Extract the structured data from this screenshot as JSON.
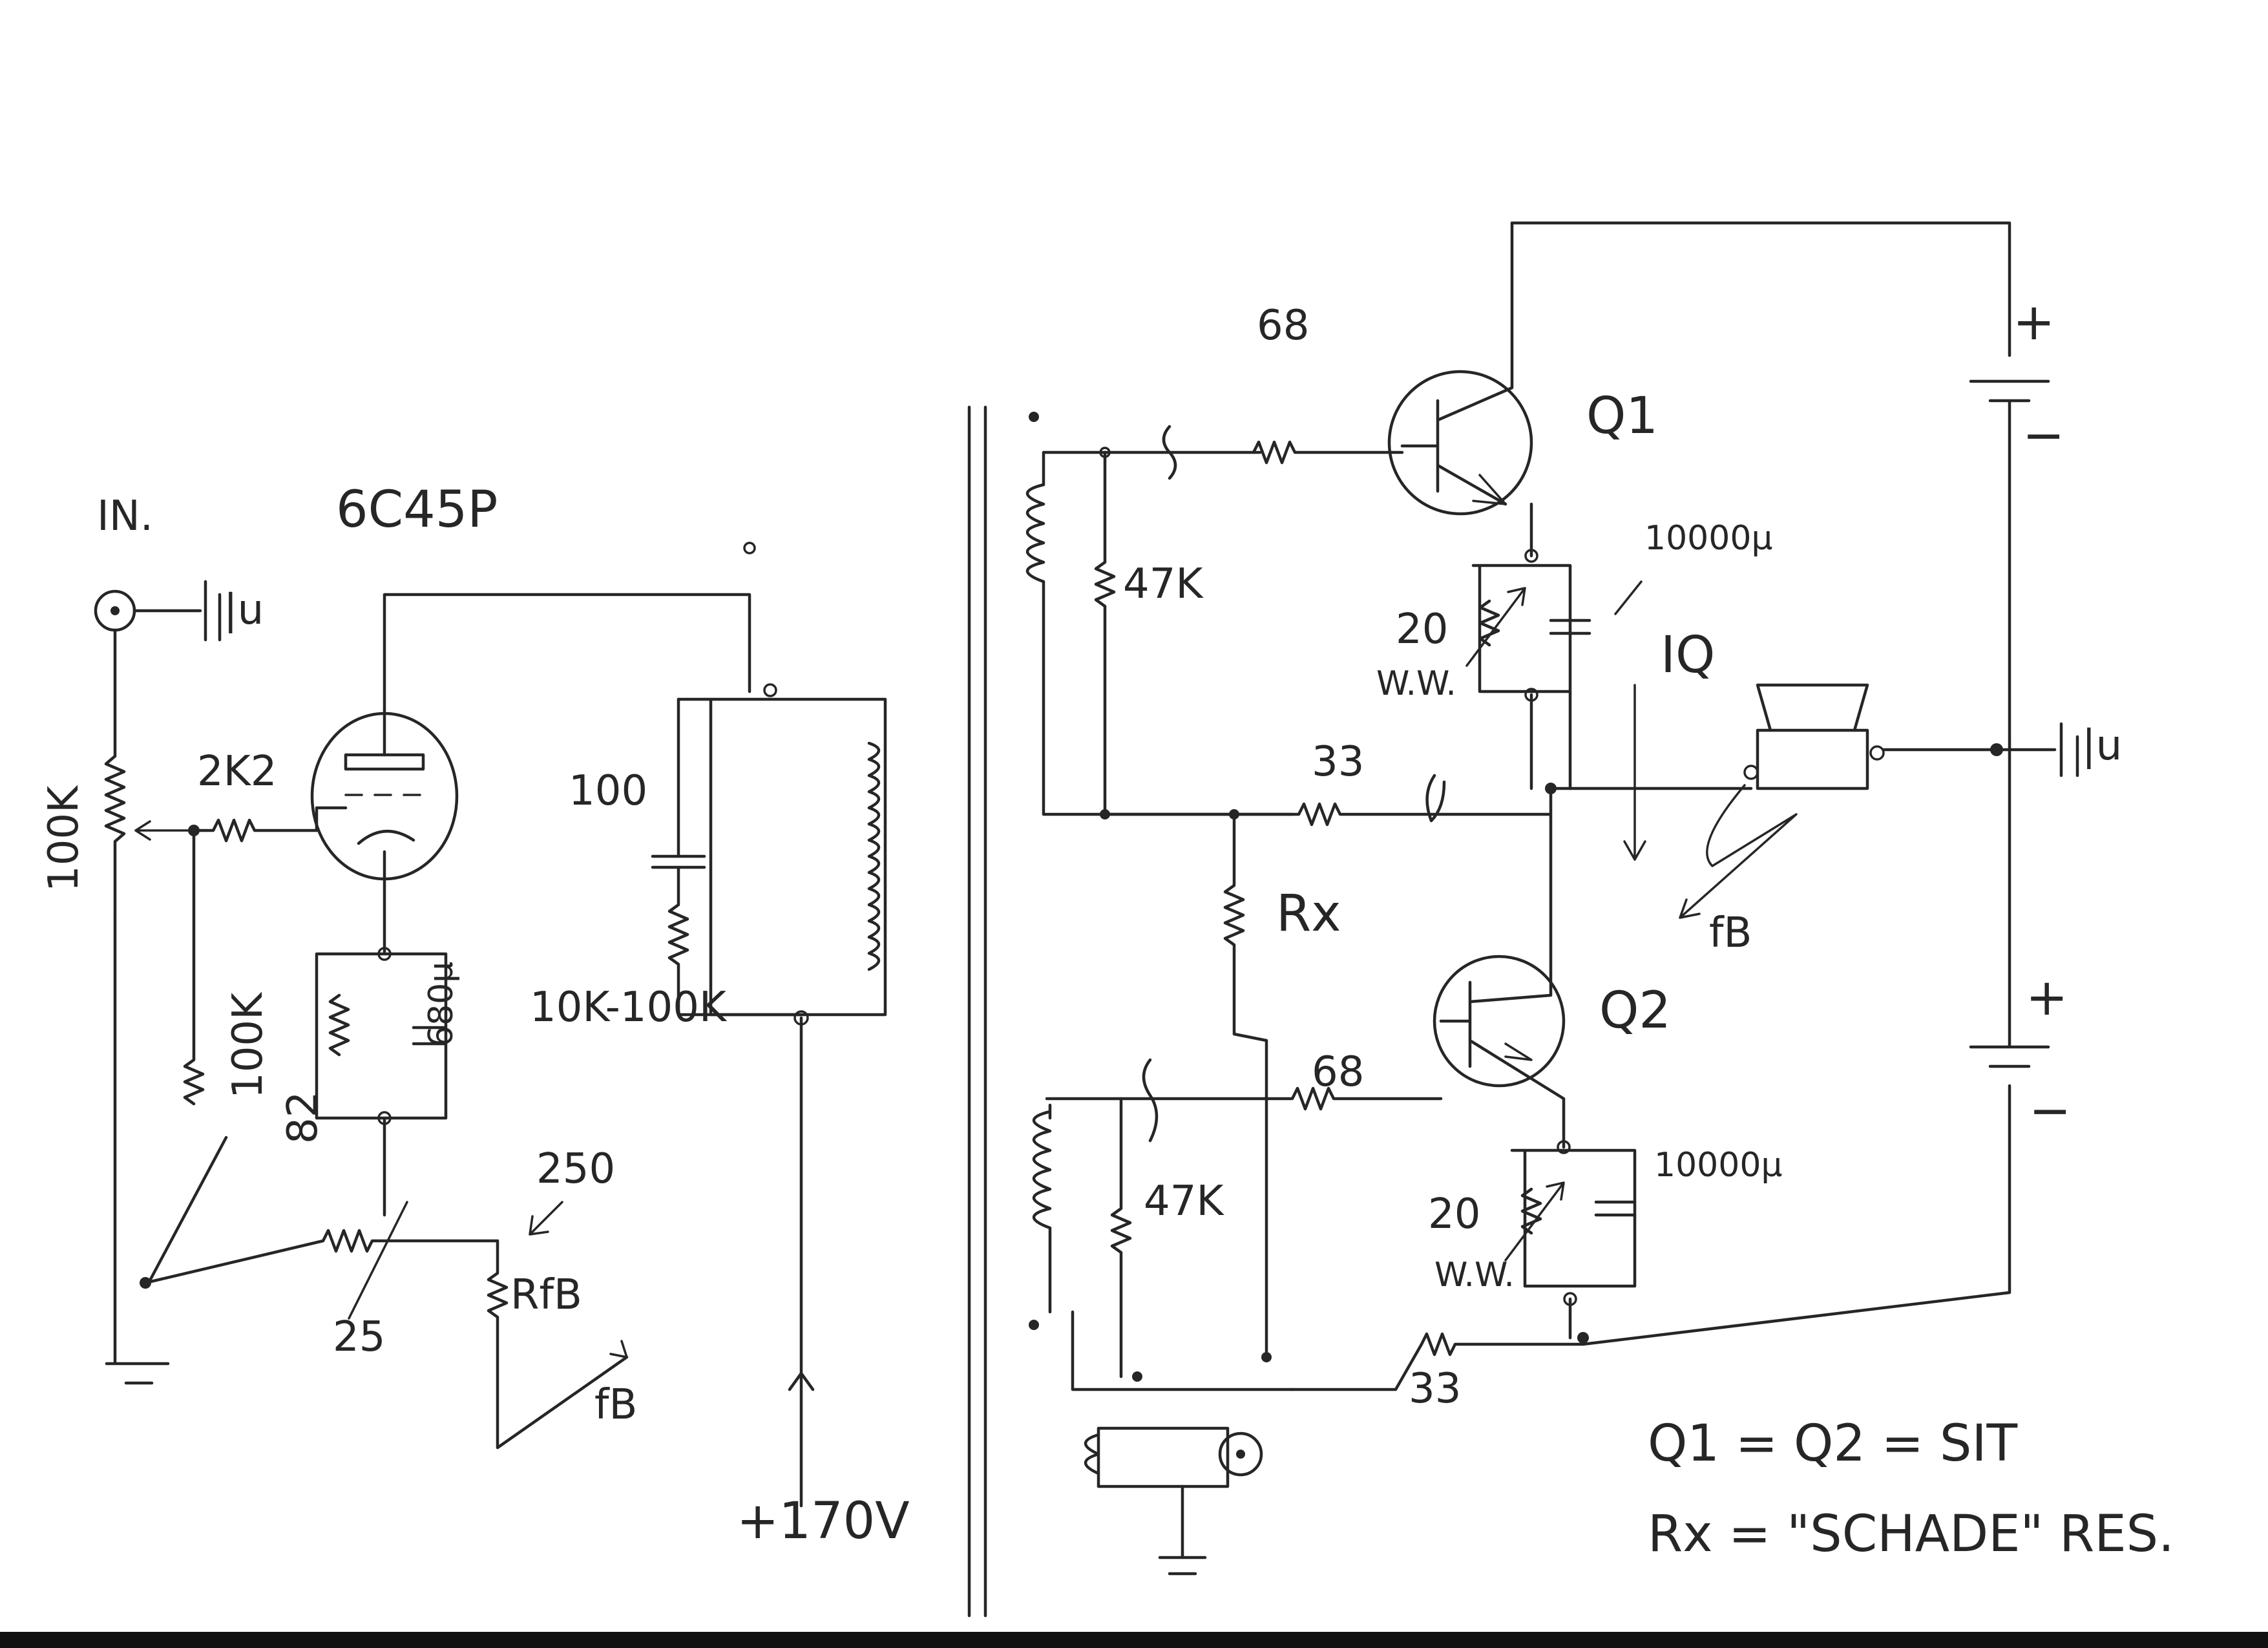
{
  "colors": {
    "paper": "#ffffff",
    "ink": "#262626",
    "bottom_bar": "#111111"
  },
  "left_stage": {
    "input_label": "IN.",
    "input_ground_mark": "|u",
    "tube_label": "6C45P",
    "grid_resistor": "2K2",
    "input_pot": "100K",
    "cathode_cap": "680μ",
    "feedback_resistor": "100K",
    "cathode_resistor": "82",
    "series_pot": "25",
    "feedback_pot": "250",
    "feedback_pot_label": "RfB",
    "fb_label": "fB",
    "plate_cap": "100",
    "plate_resistor": "10K-100K",
    "supply": "+170V"
  },
  "right_stage": {
    "base_resistor_top": "68",
    "base_resistor_bottom": "68",
    "q1": "Q1",
    "q2": "Q2",
    "bias_resistor_top": "47K",
    "bias_resistor_bottom": "47K",
    "emitter_pot_top": "20",
    "emitter_pot_bottom": "20",
    "ww_top": "W.W.",
    "ww_bottom": "W.W.",
    "emitter_cap_top": "10000μ",
    "emitter_cap_bottom": "10000μ",
    "iq_label": "IQ",
    "feedback_res_top": "33",
    "feedback_res_bottom": "33",
    "rx_label": "Rx",
    "fb_label": "fB",
    "output_ground_mark": "|u",
    "batt_plus_top": "+",
    "batt_minus_top": "−",
    "batt_plus_bottom": "+",
    "batt_minus_bottom": "−"
  },
  "notes": {
    "line1": "Q1 = Q2 = SIT",
    "line2": "Rx = \"SCHADE\" RES."
  }
}
